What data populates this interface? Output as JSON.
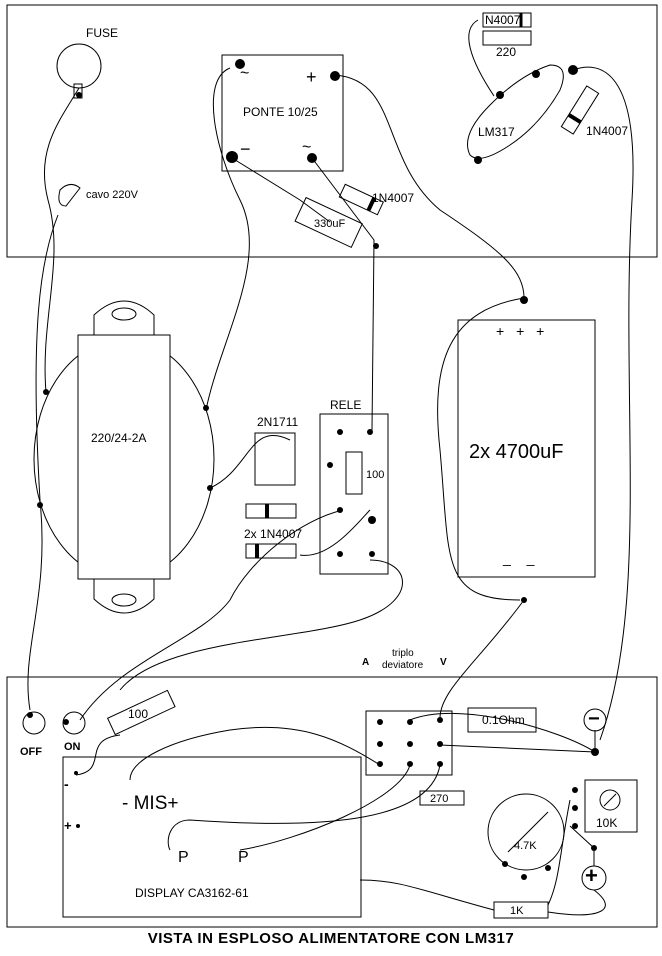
{
  "caption": "VISTA IN ESPLOSO ALIMENTATORE CON LM317",
  "top_board": {
    "fuse": "FUSE",
    "mains_cable": "cavo 220V",
    "bridge": "PONTE 10/25",
    "bridge_plus": "+",
    "bridge_minus": "−",
    "bridge_ac": "~",
    "cap_small": "330uF",
    "diode_1": "1N4007",
    "diode_2": "N4007",
    "resistor_220": "220",
    "regulator": "LM317",
    "diode_3": "1N4007"
  },
  "middle": {
    "transformer": "220/24-2A",
    "transistor": "2N1711",
    "relay": "RELE",
    "resistor_100": "100",
    "diodes": "2x 1N4007",
    "big_caps": "2x 4700uF",
    "cap_plus": "+ + +",
    "cap_minus": "_ _",
    "switch_a": "A",
    "switch_text_1": "triplo",
    "switch_text_2": "deviatore",
    "switch_v": "V"
  },
  "bottom_board": {
    "off": "OFF",
    "on": "ON",
    "resistor_100": "100",
    "shunt": "0.1Ohm",
    "resistor_270": "270",
    "pot_4k7": "4.7K",
    "trimmer_10k": "10K",
    "resistor_1k": "1K",
    "minus_terminal": "−",
    "plus_terminal": "+",
    "display_minus": "-",
    "display_plus": "+",
    "display_mis": "- MIS+",
    "display_p1": "P",
    "display_p2": "P",
    "display_name": "DISPLAY CA3162-61"
  }
}
